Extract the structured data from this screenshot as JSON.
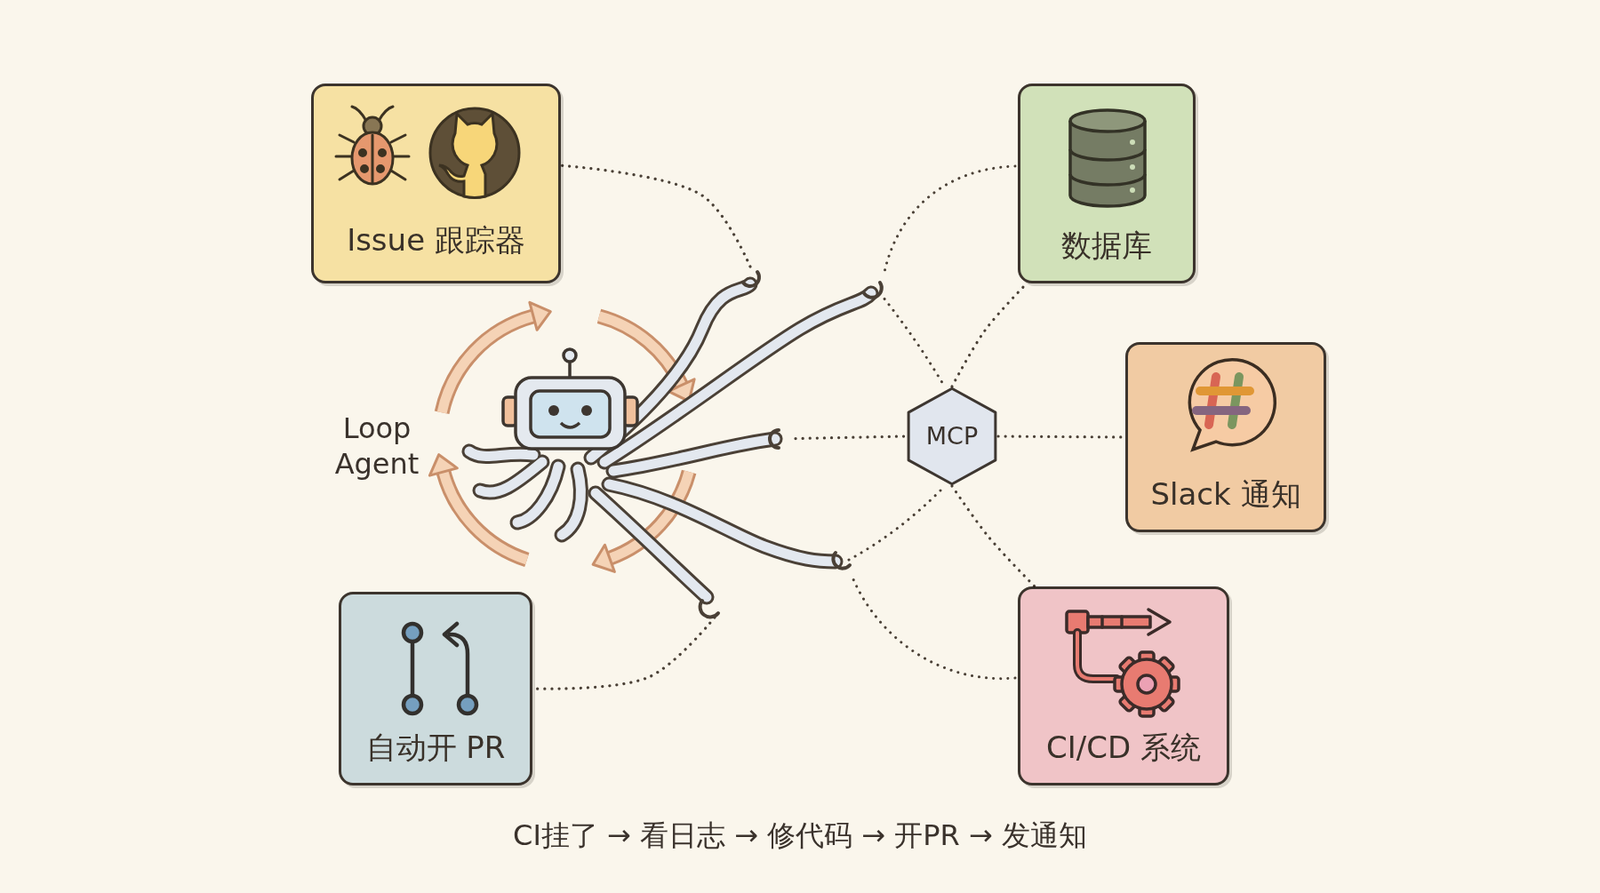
{
  "diagram": {
    "caption": "CI挂了 → 看日志 → 修代码 → 开PR → 发通知",
    "nodes": [
      {
        "text": [
          "Issue 跟踪器"
        ]
      },
      {
        "text": [
          "数据库"
        ]
      },
      {
        "text": [
          "Loop Agent"
        ]
      },
      {
        "text": [
          "MCP"
        ]
      },
      {
        "text": [
          "Slack 通知"
        ]
      },
      {
        "text": [
          "自动开 PR"
        ]
      },
      {
        "text": [
          "CI/CD 系统"
        ]
      }
    ],
    "edges": [
      {
        "from": 2,
        "to": 0,
        "arrow": "none"
      },
      {
        "from": 2,
        "to": 5,
        "arrow": "none"
      },
      {
        "from": 2,
        "to": 3,
        "arrow": "none"
      },
      {
        "from": 3,
        "to": 1,
        "arrow": "none"
      },
      {
        "from": 3,
        "to": 4,
        "arrow": "none"
      },
      {
        "from": 3,
        "to": 6,
        "arrow": "none"
      }
    ]
  }
}
